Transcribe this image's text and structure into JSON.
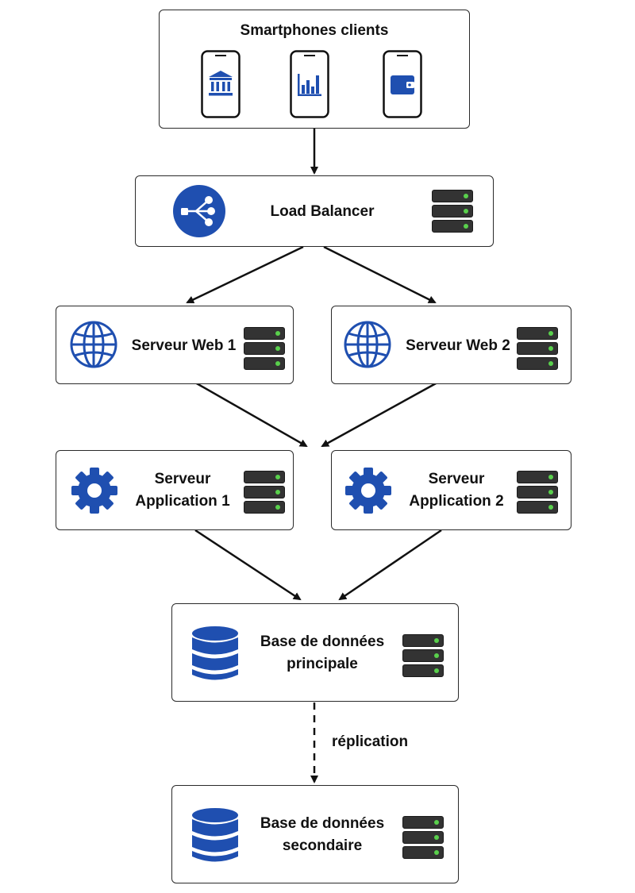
{
  "colors": {
    "accent": "#1f4fb0",
    "border": "#2a2a2a",
    "server": "#333333",
    "led": "#59d04c"
  },
  "nodes": {
    "clients": {
      "title": "Smartphones clients",
      "icons": [
        "bank-icon",
        "bar-chart-icon",
        "wallet-icon"
      ]
    },
    "load_balancer": {
      "title": "Load Balancer",
      "icon": "load-balancer-icon"
    },
    "web1": {
      "title": "Serveur Web 1",
      "icon": "globe-icon"
    },
    "web2": {
      "title": "Serveur Web 2",
      "icon": "globe-icon"
    },
    "app1": {
      "line1": "Serveur",
      "line2": "Application 1",
      "icon": "gear-icon"
    },
    "app2": {
      "line1": "Serveur",
      "line2": "Application 2",
      "icon": "gear-icon"
    },
    "db_primary": {
      "line1": "Base de données",
      "line2": "principale",
      "icon": "database-icon"
    },
    "db_secondary": {
      "line1": "Base de données",
      "line2": "secondaire",
      "icon": "database-icon"
    }
  },
  "edges": {
    "replication_label": "réplication"
  }
}
